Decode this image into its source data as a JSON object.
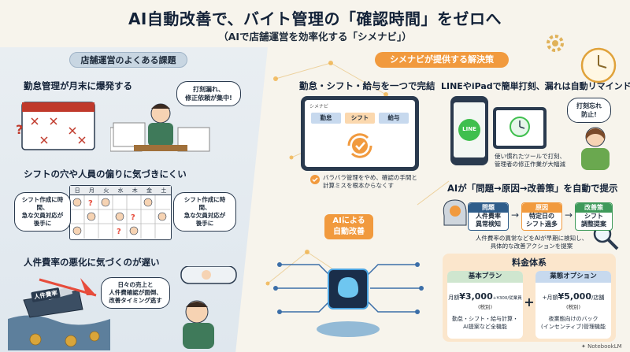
{
  "title": "AI自動改善で、バイト管理の「確認時間」をゼロへ",
  "subtitle": "（AIで店舗運営を効率化する「シメナビ」）",
  "left": {
    "section_label": "店舗運営のよくある課題",
    "problem1": {
      "heading": "勤怠管理が月末に爆発する",
      "bubble_line1": "打刻漏れ、",
      "bubble_line2": "修正依頼が集中!"
    },
    "problem2": {
      "heading": "シフトの穴や人員の偏りに気づきにくい",
      "calendar_days": [
        "日",
        "月",
        "火",
        "水",
        "木",
        "金",
        "土"
      ],
      "bubble_left_line1": "シフト作成に時間、",
      "bubble_left_line2": "急な欠員対応が",
      "bubble_left_line3": "後手に",
      "bubble_right_line1": "シフト作成に時間、",
      "bubble_right_line2": "急な欠員対応が",
      "bubble_right_line3": "後手に"
    },
    "problem3": {
      "heading": "人件費率の悪化に気づくのが遅い",
      "ship_label": "人件費率",
      "bubble_line1": "日々の売上と",
      "bubble_line2": "人件費確認が面倒、",
      "bubble_line3": "改善タイミング逃す"
    }
  },
  "right": {
    "section_label": "シメナビが提供する解決策",
    "solution1": {
      "heading": "勤怠・シフト・給与を一つで完結",
      "app_name": "シメナビ",
      "tabs": [
        "勤怠",
        "シフト",
        "給与"
      ],
      "caption_line1": "バラバラ管理をやめ、確認の手間と",
      "caption_line2": "計算ミスを根本からなくす"
    },
    "solution2": {
      "heading": "LINEやiPadで簡単打刻、漏れは自動リマインド",
      "line_label": "LINE",
      "bubble_line1": "打刻忘れ",
      "bubble_line2": "防止!",
      "caption_line1": "使い慣れたツールで打刻、",
      "caption_line2": "管理者の修正作業が大幅減"
    },
    "ai_badge_line1": "AIによる",
    "ai_badge_line2": "自動改善",
    "solution3": {
      "heading": "AIが「問題→原因→改善策」を自動で提示",
      "steps": [
        {
          "head": "問題",
          "line1": "人件費率",
          "line2": "異常検知",
          "color": "#2f5d8a"
        },
        {
          "head": "原因",
          "line1": "特定日の",
          "line2": "シフト過多",
          "color": "#f19a3e"
        },
        {
          "head": "改善策",
          "line1": "シフト",
          "line2": "調整提案",
          "color": "#3f9a5a"
        }
      ],
      "caption_line1": "人件費率の異常などをAIが早期に検知し、",
      "caption_line2": "具体的な改善アクションを提案"
    },
    "pricing": {
      "title": "料金体系",
      "basic": {
        "name": "基本プラン",
        "price_prefix": "月額",
        "price_main": "¥3,000",
        "price_sub": "+¥300/従業員",
        "tax": "(税別)",
        "desc_line1": "勤怠・シフト・給与計算・",
        "desc_line2": "AI提案など全機能"
      },
      "plus": "+",
      "option": {
        "name": "業態オプション",
        "price_prefix": "+月額",
        "price_main": "¥5,000",
        "price_sub": "/店舗",
        "tax": "(税別)",
        "desc_line1": "夜業態向けのバック",
        "desc_line2": "(インセンティブ)管理機能"
      }
    }
  },
  "watermark": "NotebookLM",
  "colors": {
    "orange": "#f19a3e",
    "navy": "#132238",
    "green": "#3f9a5a",
    "blue": "#2f5d8a"
  }
}
